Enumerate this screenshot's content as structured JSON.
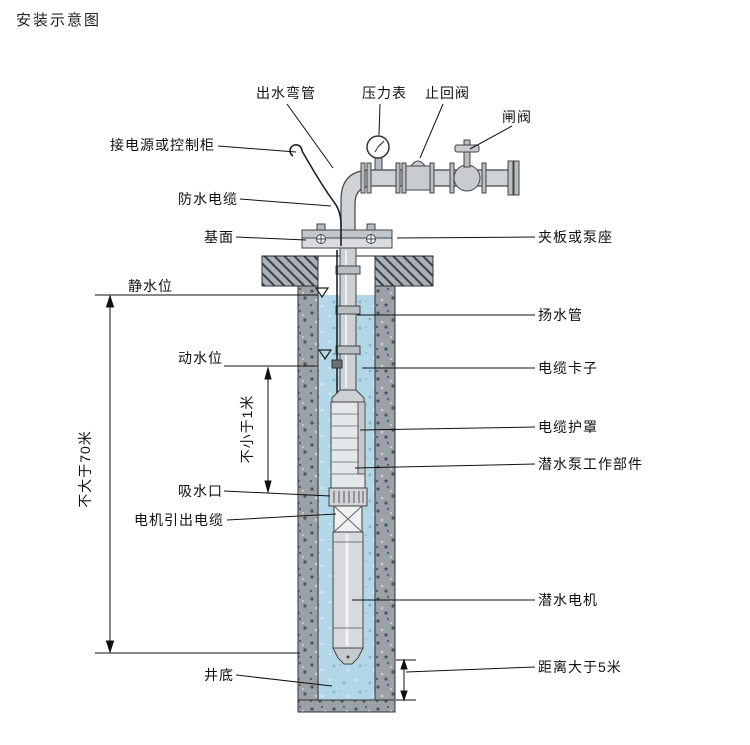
{
  "title": "安装示意图",
  "labels": {
    "outlet_elbow": "出水弯管",
    "pressure_gauge": "压力表",
    "check_valve": "止回阀",
    "gate_valve": "闸阀",
    "power_or_control": "接电源或控制柜",
    "waterproof_cable": "防水电缆",
    "base_surface": "基面",
    "static_water_level": "静水位",
    "dynamic_water_level": "动水位",
    "min_1m": "不小于1米",
    "max_70m": "不大于70米",
    "suction_inlet": "吸水口",
    "motor_lead_cable": "电机引出电缆",
    "well_bottom": "井底",
    "clamp_or_pump_seat": "夹板或泵座",
    "riser_pipe": "扬水管",
    "cable_clamp": "电缆卡子",
    "cable_guard": "电缆护罩",
    "pump_working_parts": "潜水泵工作部件",
    "submersible_motor": "潜水电机",
    "distance_over_5m": "距离大于5米"
  },
  "colors": {
    "water": "#b4d7e8",
    "concrete": "#9aa1a7",
    "pipe": "#cfd3d6",
    "line": "#111111"
  }
}
